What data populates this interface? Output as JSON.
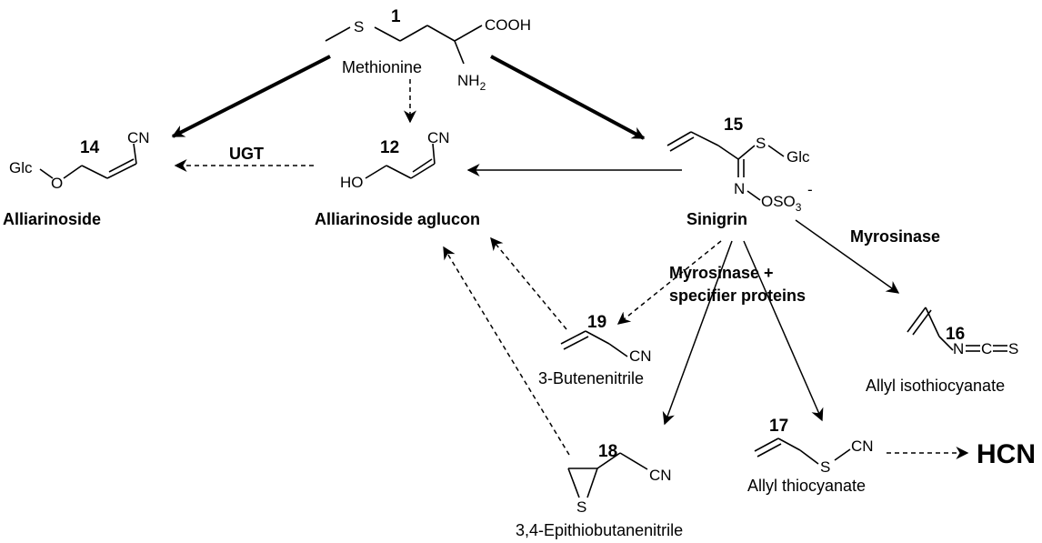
{
  "compounds": {
    "methionine": {
      "number": "1",
      "name": "Methionine",
      "atom_s": "S",
      "atom_cooh": "COOH",
      "atom_nh": "NH",
      "atom_nh_sub": "2"
    },
    "alliarinoside": {
      "number": "14",
      "name": "Alliarinoside",
      "atom_glc": "Glc",
      "atom_o": "O",
      "atom_cn": "CN"
    },
    "aglucon": {
      "number": "12",
      "name": "Alliarinoside aglucon",
      "atom_ho": "HO",
      "atom_cn": "CN"
    },
    "sinigrin": {
      "number": "15",
      "name": "Sinigrin",
      "atom_s": "S",
      "atom_glc": "Glc",
      "atom_n": "N",
      "atom_oso": "OSO",
      "atom_oso_sub": "3",
      "charge": "-"
    },
    "allyl_isothiocyanate": {
      "number": "16",
      "name": "Allyl isothiocyanate",
      "atom_n": "N",
      "atom_c": "C",
      "atom_s": "S"
    },
    "allyl_thiocyanate": {
      "number": "17",
      "name": "Allyl thiocyanate",
      "atom_s": "S",
      "atom_cn": "CN"
    },
    "epithiobutanenitrile": {
      "number": "18",
      "name": "3,4-Epithiobutanenitrile",
      "atom_s": "S",
      "atom_cn": "CN"
    },
    "butenenitrile": {
      "number": "19",
      "name": "3-Butenenitrile",
      "atom_cn": "CN"
    }
  },
  "enzymes": {
    "ugt": "UGT",
    "myrosinase": "Myrosinase",
    "myrosinase_specifier_line1": "Myrosinase +",
    "myrosinase_specifier_line2": "specifier proteins"
  },
  "products": {
    "hcn": "HCN"
  }
}
